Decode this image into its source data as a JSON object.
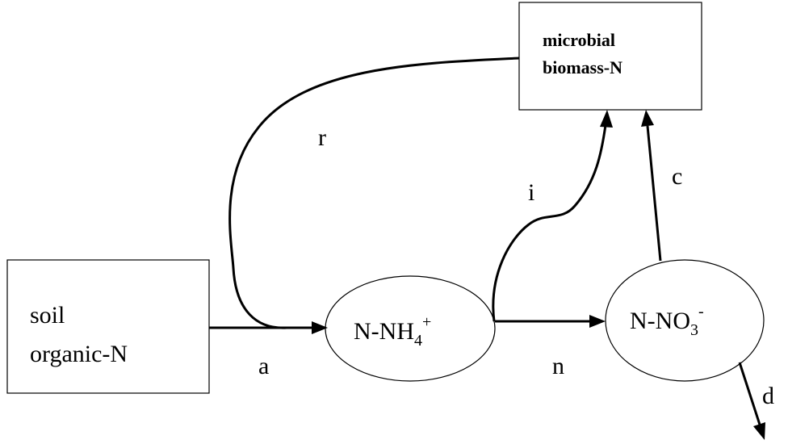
{
  "nodes": {
    "soil": {
      "line1": "soil",
      "line2": "organic-N"
    },
    "ammonium": {
      "base": "N-NH",
      "sub": "4",
      "sup": "+"
    },
    "nitrate": {
      "base": "N-NO",
      "sub": "3",
      "sup": "-"
    },
    "microbial": {
      "line1": "microbial",
      "line2": "biomass-N"
    }
  },
  "edges": {
    "a": "a",
    "n": "n",
    "i": "i",
    "c": "c",
    "r": "r",
    "d": "d"
  },
  "colors": {
    "stroke": "#000000",
    "background": "#ffffff"
  }
}
